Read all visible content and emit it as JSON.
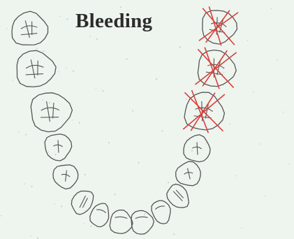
{
  "title": "Bleeding",
  "colors": {
    "outline": "#555555",
    "bleeding_mark": "#d8403c",
    "background": "#eef4ee"
  },
  "teeth": [
    {
      "id": "upper-right-molar-3",
      "side": "right",
      "type": "molar",
      "bleeding": false
    },
    {
      "id": "upper-right-molar-2",
      "side": "right",
      "type": "molar",
      "bleeding": false
    },
    {
      "id": "upper-right-molar-1",
      "side": "right",
      "type": "molar",
      "bleeding": false
    },
    {
      "id": "upper-right-premolar-2",
      "side": "right",
      "type": "premolar",
      "bleeding": false
    },
    {
      "id": "upper-right-premolar-1",
      "side": "right",
      "type": "premolar",
      "bleeding": false
    },
    {
      "id": "upper-right-canine",
      "side": "right",
      "type": "canine",
      "bleeding": false
    },
    {
      "id": "upper-right-lateral-incisor",
      "side": "right",
      "type": "incisor",
      "bleeding": false
    },
    {
      "id": "upper-right-central-incisor",
      "side": "right",
      "type": "incisor",
      "bleeding": false
    },
    {
      "id": "upper-left-central-incisor",
      "side": "left",
      "type": "incisor",
      "bleeding": false
    },
    {
      "id": "upper-left-lateral-incisor",
      "side": "left",
      "type": "incisor",
      "bleeding": false
    },
    {
      "id": "upper-left-canine",
      "side": "left",
      "type": "canine",
      "bleeding": false
    },
    {
      "id": "upper-left-premolar-1",
      "side": "left",
      "type": "premolar",
      "bleeding": false
    },
    {
      "id": "upper-left-premolar-2",
      "side": "left",
      "type": "premolar",
      "bleeding": false
    },
    {
      "id": "upper-left-molar-1",
      "side": "left",
      "type": "molar",
      "bleeding": true
    },
    {
      "id": "upper-left-molar-2",
      "side": "left",
      "type": "molar",
      "bleeding": true
    },
    {
      "id": "upper-left-molar-3",
      "side": "left",
      "type": "molar",
      "bleeding": true
    }
  ]
}
